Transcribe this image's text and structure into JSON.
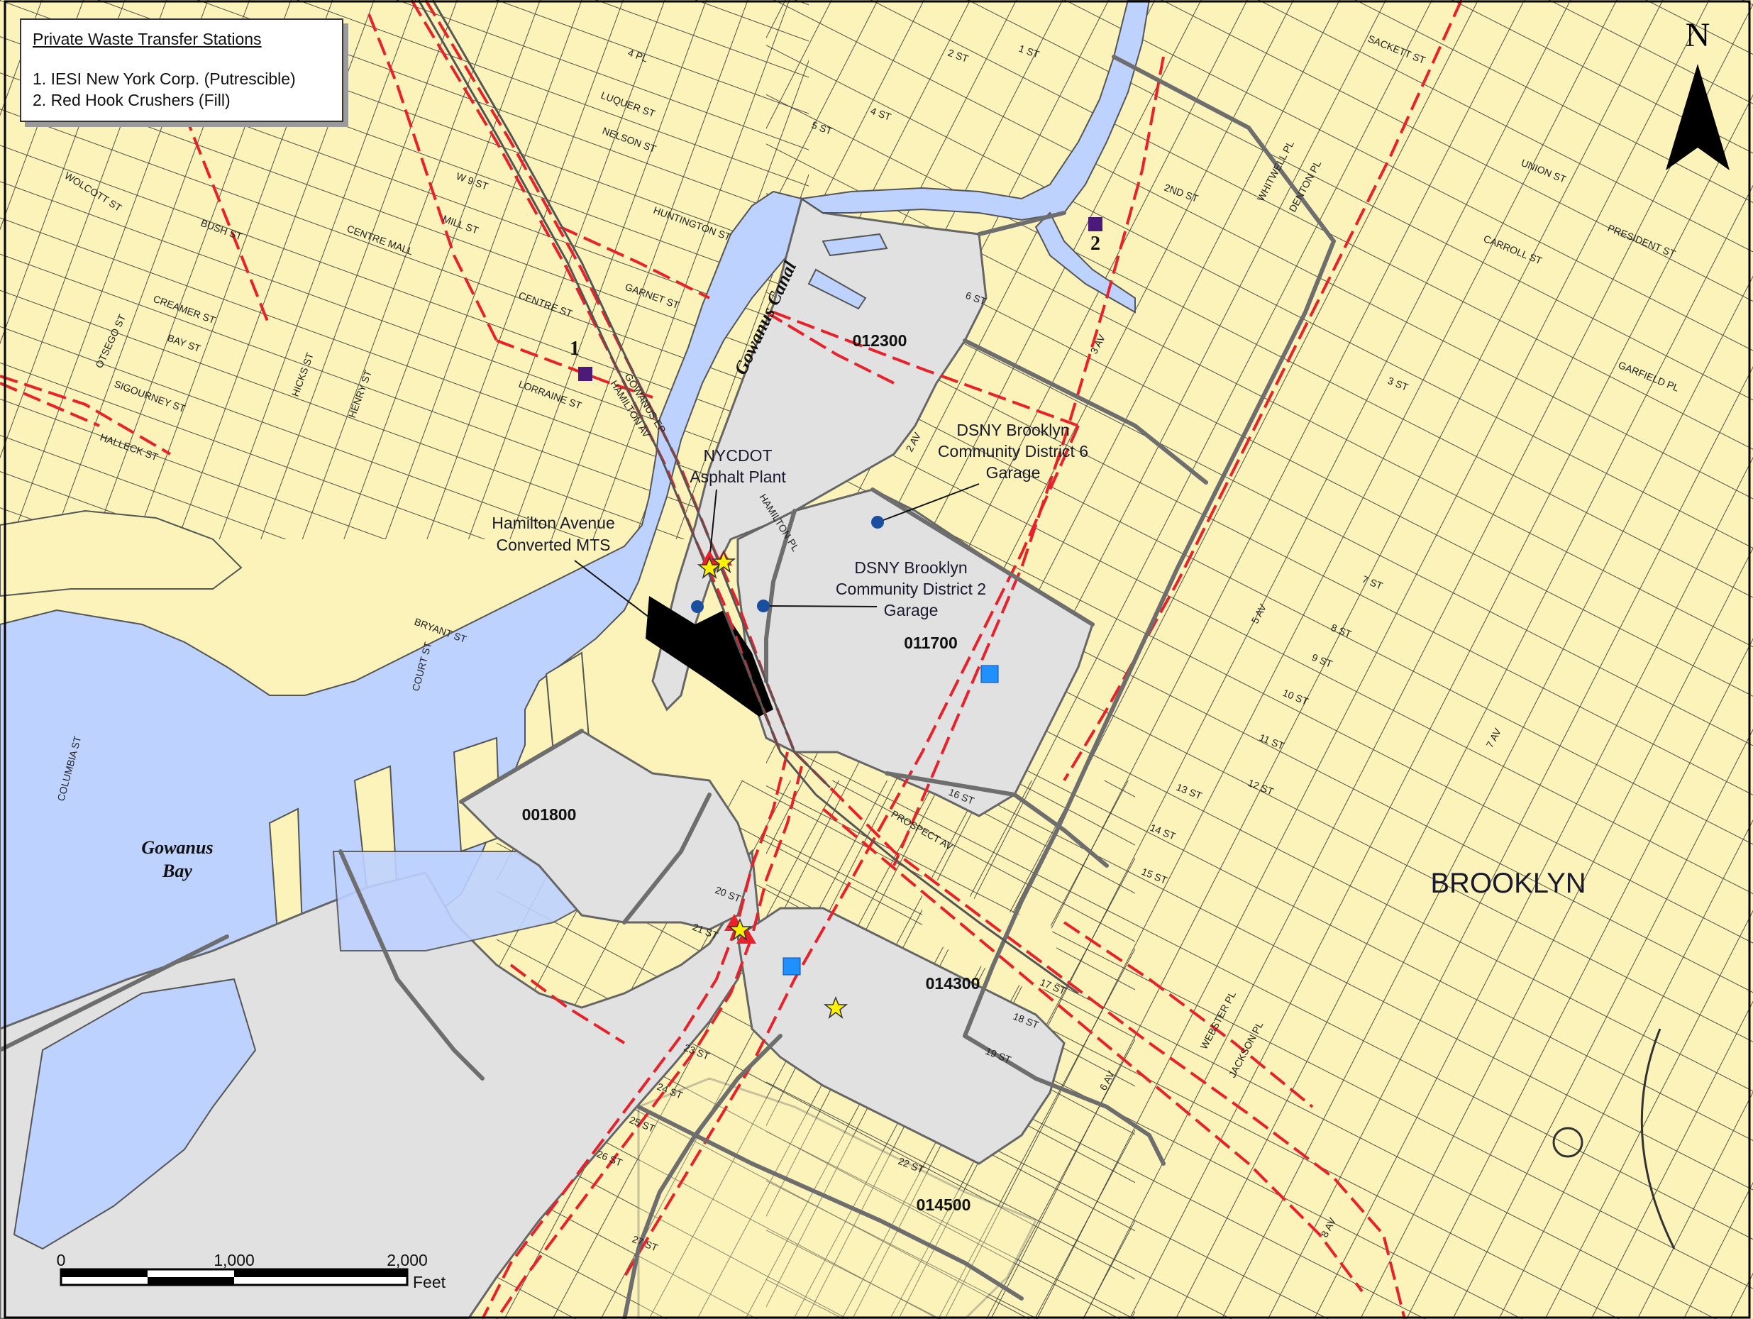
{
  "legend": {
    "title": "Private Waste Transfer Stations",
    "items": [
      "1. IESI New York Corp. (Putrescible)",
      "2. Red Hook Crushers (Fill)"
    ]
  },
  "north_arrow": {
    "label": "N"
  },
  "borough": "BROOKLYN",
  "water_labels": {
    "bay_line1": "Gowanus",
    "bay_line2": "Bay",
    "canal": "Gowanus Canal"
  },
  "census_tracts": [
    "012300",
    "011700",
    "001800",
    "014300",
    "014500"
  ],
  "facilities": {
    "asphalt_plant": [
      "NYCDOT",
      "Asphalt Plant"
    ],
    "mts": [
      "Hamilton Avenue",
      "Converted MTS"
    ],
    "garage_cd6": [
      "DSNY Brooklyn",
      "Community District 6",
      "Garage"
    ],
    "garage_cd2": [
      "DSNY Brooklyn",
      "Community District 2",
      "Garage"
    ]
  },
  "transfer_station_markers": [
    "1",
    "2"
  ],
  "scale_bar": {
    "ticks": [
      "0",
      "1,000",
      "2,000"
    ],
    "unit": "Feet"
  },
  "streets": [
    "4 PL",
    "2 ST",
    "1 ST",
    "SACKETT ST",
    "LUQUER ST",
    "NELSON ST",
    "5 ST",
    "4 ST",
    "W 9 ST",
    "MILL ST",
    "HUNTINGTON ST",
    "WOLCOTT ST",
    "BUSH ST",
    "CENTRE MALL",
    "CREAMER ST",
    "CENTRE ST",
    "GARNET ST",
    "BAY ST",
    "OTSEGO ST",
    "SIGOURNEY ST",
    "HICKS ST",
    "HENRY ST",
    "LORRAINE ST",
    "HALLECK ST",
    "COURT ST",
    "BRYANT ST",
    "COLUMBIA ST",
    "GOWANUS EP",
    "HAMILTON AV",
    "HAMILTON PL",
    "6 ST",
    "2ND ST",
    "3 AV",
    "2 AV",
    "5 AV",
    "6 AV",
    "7 AV",
    "8 AV",
    "UNION ST",
    "CARROLL ST",
    "PRESIDENT ST",
    "GARFIELD PL",
    "WHITWELL PL",
    "DENTON PL",
    "3 ST",
    "7 ST",
    "8 ST",
    "9 ST",
    "10 ST",
    "11 ST",
    "12 ST",
    "13 ST",
    "14 ST",
    "15 ST",
    "16 ST",
    "17 ST",
    "18 ST",
    "19 ST",
    "20 ST",
    "21 ST",
    "22 ST",
    "23 ST",
    "24 ST",
    "25 ST",
    "26 ST",
    "27 ST",
    "PROSPECT AV",
    "WEBSTER PL",
    "JACKSON PL"
  ],
  "colors": {
    "land": "#fbf3b9",
    "water": "#bed2ff",
    "tract_fill": "#e1e1e1",
    "route": "#e8212b",
    "boundary": "#6e6e6e",
    "garage_dot": "#1a4fa0",
    "site_square": "#4b1a7a",
    "blue_square": "#1e90ff",
    "star": "#fff200"
  }
}
